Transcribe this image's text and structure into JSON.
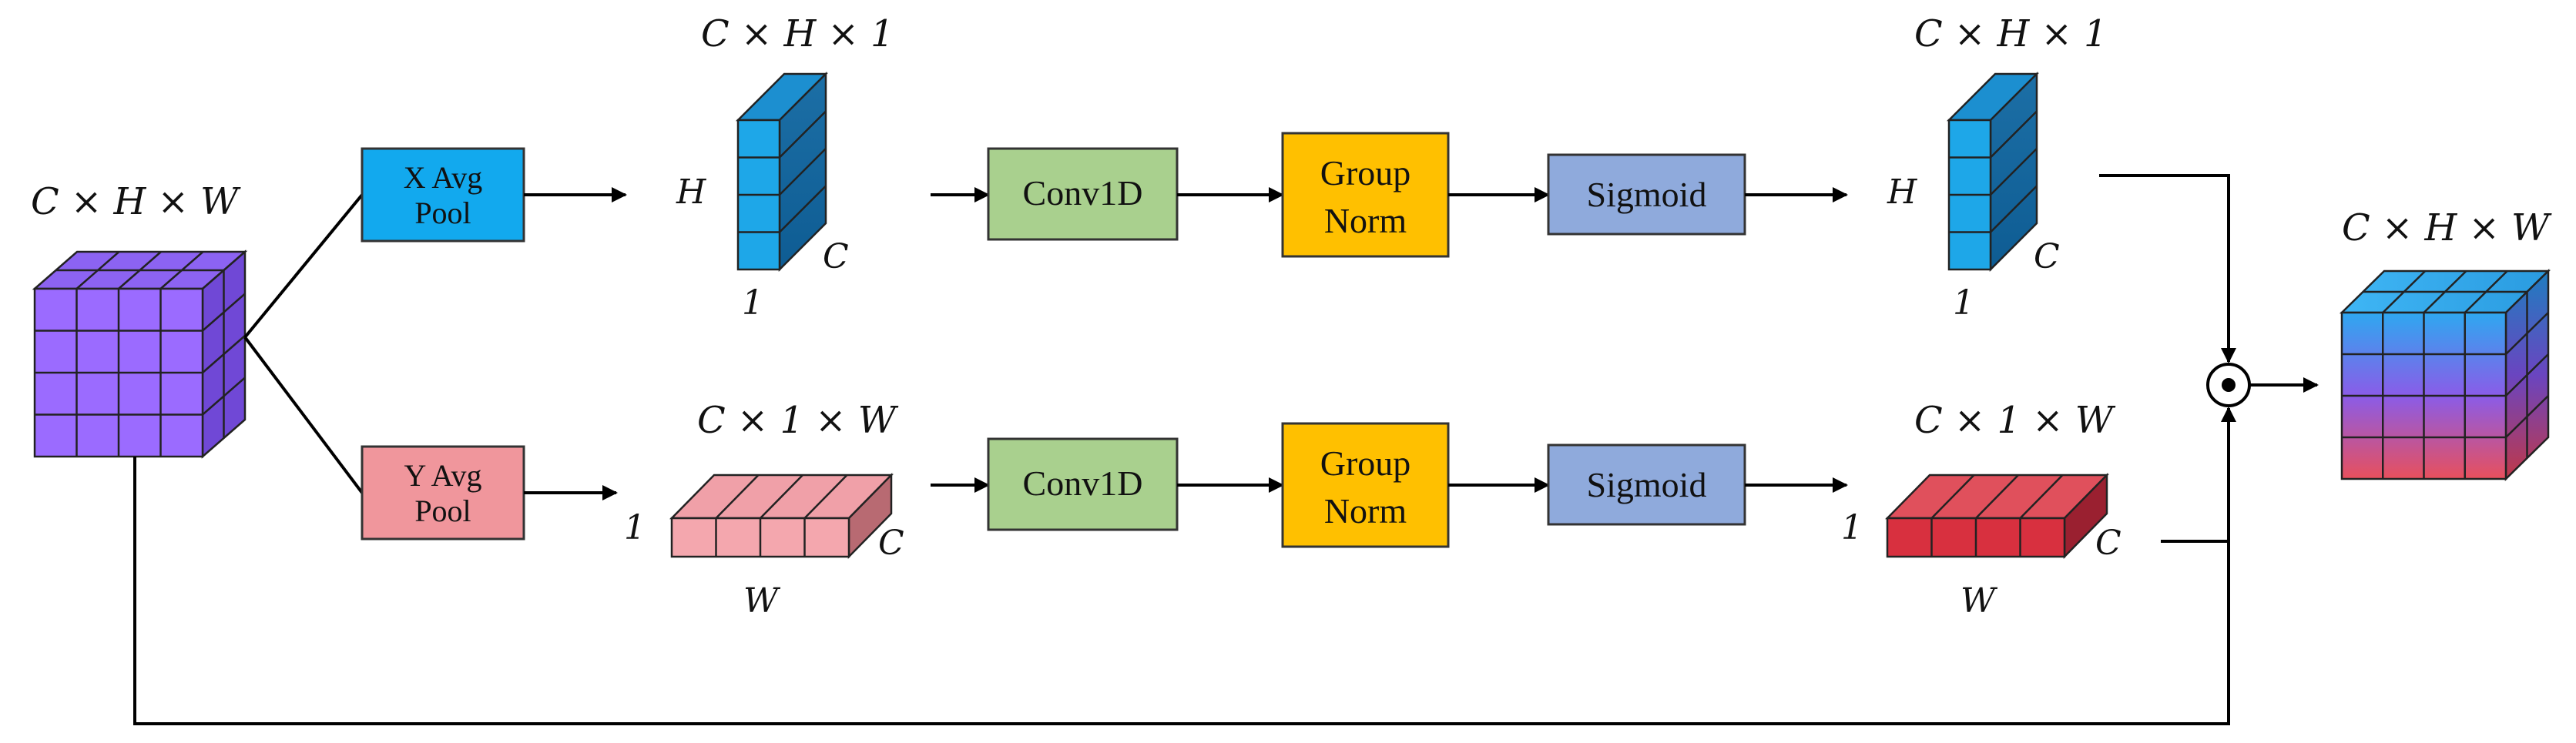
{
  "input": {
    "dims": "C × H × W",
    "color": "#9B6BFF"
  },
  "x_pool": {
    "line1": "X Avg",
    "line2": "Pool",
    "color": "#12A9EE"
  },
  "y_pool": {
    "line1": "Y Avg",
    "line2": "Pool",
    "color": "#F0969C"
  },
  "x_branch": {
    "feature_dims": "C × H × 1",
    "side_h": "H",
    "side_c": "C",
    "side_1": "1",
    "conv": "Conv1D",
    "norm_line1": "Group",
    "norm_line2": "Norm",
    "act": "Sigmoid",
    "out_dims": "C × H × 1",
    "out_h": "H",
    "out_c": "C",
    "out_1": "1"
  },
  "y_branch": {
    "feature_dims": "C × 1 × W",
    "side_1": "1",
    "side_c": "C",
    "side_w": "W",
    "conv": "Conv1D",
    "norm_line1": "Group",
    "norm_line2": "Norm",
    "act": "Sigmoid",
    "out_dims": "C × 1 × W",
    "out_1": "1",
    "out_c": "C",
    "out_w": "W"
  },
  "output": {
    "dims": "C × H × W"
  },
  "colors": {
    "conv": "#A9D08E",
    "norm": "#FFC000",
    "sigmoid": "#8FAADC",
    "x_feature": "#1EA7E8",
    "y_feature": "#F4A7AE",
    "y_weight": "#D8303F"
  }
}
